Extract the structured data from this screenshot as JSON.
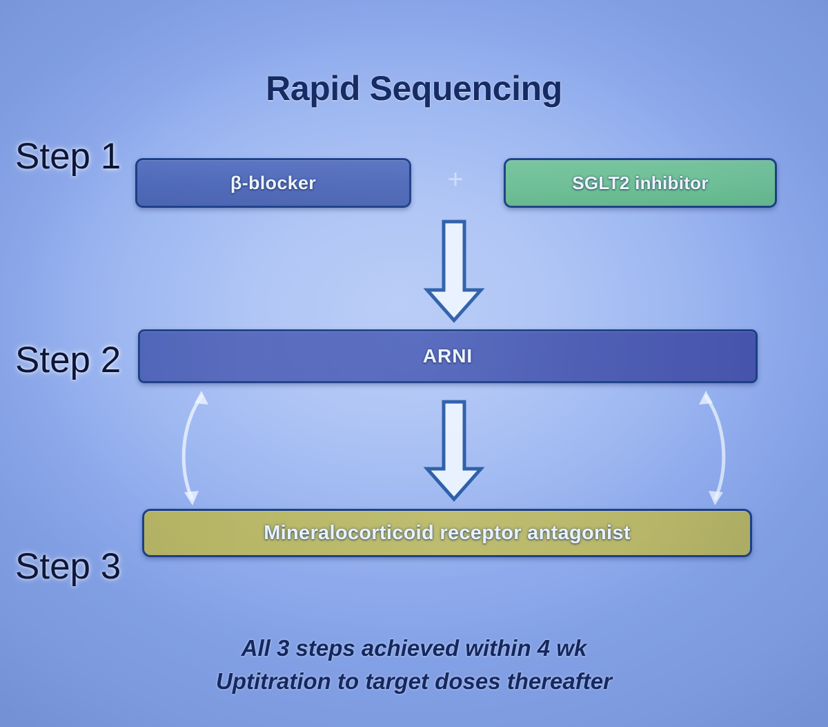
{
  "slide": {
    "title": "Rapid Sequencing",
    "background_color": "#9db7f1",
    "background_center_color": "#b6caf7"
  },
  "steps": [
    {
      "label": "Step 1",
      "bars": [
        {
          "name": "beta-blocker",
          "text": "β-blocker",
          "color": "#4f6ab9"
        },
        {
          "name": "sglt2-inhibitor",
          "text": "SGLT2 inhibitor",
          "color": "#6ebf97"
        }
      ],
      "connector": "+"
    },
    {
      "label": "Step 2",
      "bars": [
        {
          "name": "arni",
          "text": "ARNI",
          "color": "#5165bb"
        }
      ]
    },
    {
      "label": "Step 3",
      "bars": [
        {
          "name": "mineralocorticoid-receptor-antagonist",
          "text": "Mineralocorticoid receptor antagonist",
          "color": "#bdbc6d"
        }
      ]
    }
  ],
  "arrows": {
    "down_arrow_1": "down-arrow",
    "down_arrow_2": "down-arrow",
    "curved_left": "curved-double-arrow",
    "curved_right": "curved-double-arrow",
    "outline_color": "#2a5ca8",
    "fill_color": "#e8f0fd"
  },
  "caption": {
    "line1": "All 3 steps achieved within 4 wk",
    "line2": "Uptitration to target doses thereafter",
    "color": "#14275d"
  }
}
